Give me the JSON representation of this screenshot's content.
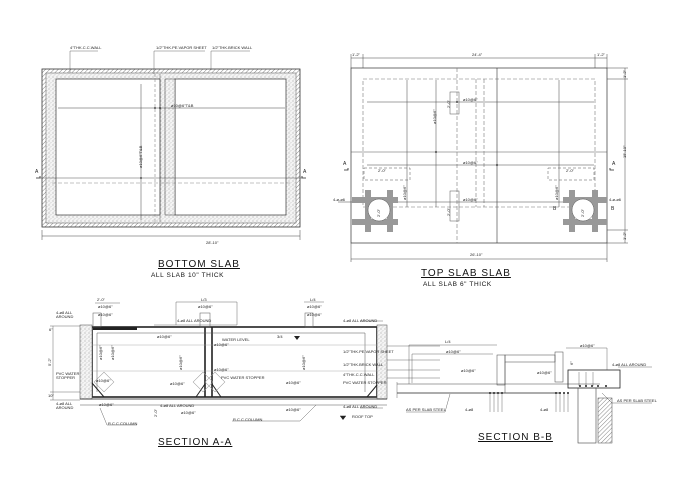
{
  "drawing": {
    "background": "#ffffff",
    "line_color": "#222222",
    "hatch_color": "#888888"
  },
  "bottom_slab": {
    "title": "BOTTOM SLAB",
    "subtitle": "ALL SLAB 10\" THICK",
    "labels": {
      "wall_left": "4\"THK.C.C.WALL",
      "vapor_sheet": "1/2\"THK.PE.VAPOR SHEET",
      "brick_wall": "1/2\"THK.BRICK WALL",
      "bar_h": "ø10@6\"T&B",
      "bar_v": "ø10@6\"T&B",
      "width_dim": "28'-10\"",
      "section_mark_left": "A",
      "section_mark_right": "A"
    }
  },
  "top_slab": {
    "title": "TOP SLAB SLAB",
    "subtitle": "ALL SLAB 6\" THICK",
    "labels": {
      "dim_left": "1'-2\"",
      "dim_mid": "24'-4\"",
      "dim_right": "1'-2\"",
      "dim_right_top": "1'-2\"",
      "dim_right_mid": "15'-10\"",
      "dim_right_bot": "1'-2\"",
      "overall_width": "26'-10\"",
      "bar_1": "ø10@6\"",
      "bar_2": "ø10@6\"",
      "bar_3": "ø10@6\"",
      "bar_4": "ø10@6\"",
      "bar_5": "ø10@6\"",
      "opening_left": "2'-0\"",
      "opening_right": "2'-0\"",
      "opening_v1": "2'-0\"",
      "opening_v2": "2'-0\"",
      "manhole_left": "2'-0\"",
      "manhole_right": "2'-0\"",
      "rebar_left": "4-ø-ø6",
      "rebar_right": "4-ø-ø6",
      "section_mark_a_left": "A",
      "section_mark_a_right": "A",
      "section_mark_b_left": "B",
      "section_mark_b_right": "B"
    }
  },
  "section_aa": {
    "title": "SECTION A-A",
    "labels": {
      "top_dim_left": "2'-0\"",
      "top_dim_mid": "L/3",
      "top_dim_right": "L/4",
      "bar_top_1": "ø10@6\"",
      "bar_top_2": "ø10@6\"",
      "bar_top_3": "ø10@6\"",
      "bar_top_4": "ø10@6\"",
      "bar_top_5": "ø10@6\"",
      "all_around_top_left": "4-ø8 ALL AROUND",
      "all_around_top_mid": "4-ø8 ALL AROUND",
      "all_around_top_right": "4-ø8 ALL AROUND",
      "all_around_bot_left": "4-ø8 ALL AROUND",
      "all_around_bot_mid": "4-ø8 ALL AROUND",
      "all_around_bot_right": "4-ø8 ALL AROUND",
      "height_dim": "5'-2\"",
      "top_small_dim": "6\"",
      "bot_small_dim": "10\"",
      "bottom_dim": "2'-0\"",
      "water_stopper_left": "PVC WATER STOPPER",
      "water_stopper_mid": "PVC WATER STOPPER",
      "water_stopper_right": "PVC WATER STOPPER",
      "water_level": "WATER LEVEL",
      "water_level_mark": "3/4",
      "vapor_sheet": "1/2\"THK.PE.VAPOR SHEET",
      "brick_wall": "1/2\"THK.BRICK WALL",
      "cc_wall": "4\"THK.C.C.WALL",
      "roof_top": "ROOF TOP",
      "rcc_column_left": "R.C.C.COLUMN",
      "rcc_column_mid": "R.C.C.COLUMN",
      "wall_bar_1": "ø10@6\"",
      "wall_bar_2": "ø10@6\"",
      "wall_bar_3": "ø10@6\"",
      "wall_bar_4": "ø10@6\"",
      "haunch_bar_1": "ø10@6\"",
      "haunch_bar_2": "ø10@6\"",
      "haunch_bar_3": "ø10@6\"",
      "haunch_bar_4": "ø10@6\"",
      "bottom_bar_1": "ø10@6\"",
      "bottom_bar_2": "ø10@6\"",
      "bottom_bar_3": "ø10@6\"",
      "mid_bar": "ø10@6\"",
      "inner_bar_right": "ø10@6\""
    }
  },
  "section_bb": {
    "title": "SECTION B-B",
    "labels": {
      "span_dim": "L/4",
      "bar_1": "ø10@6\"",
      "bar_2": "ø10@6\"",
      "bar_3": "ø10@6\"",
      "bar_4": "ø10@6\"",
      "slab_steel_left": "AS PER SLAB STEEL",
      "slab_steel_right": "AS PER SLAB STEEL",
      "rebar_left": "4-ø8",
      "rebar_mid": "4-ø8",
      "all_around": "4-ø8 ALL AROUND",
      "small_dim": "6\""
    }
  }
}
